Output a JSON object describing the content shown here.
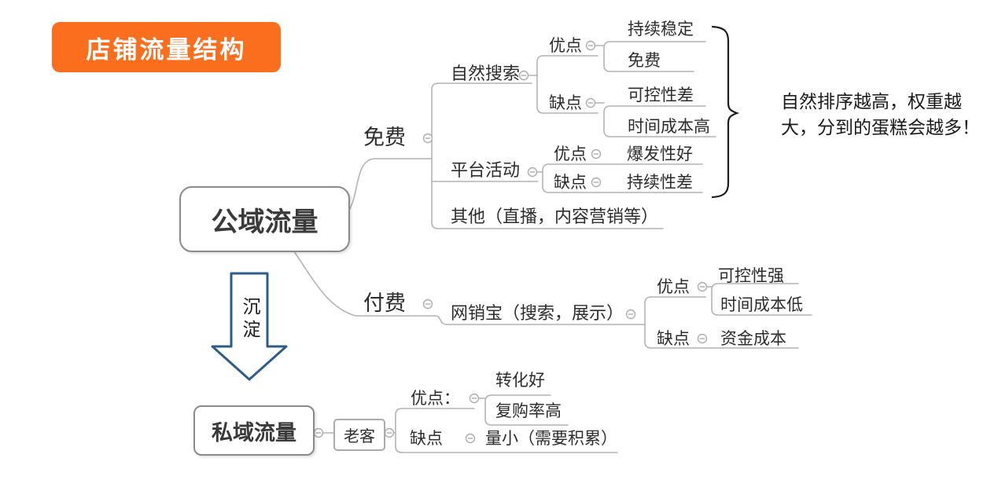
{
  "title_badge": {
    "label": "店铺流量结构",
    "bg_color": "#fa6e1e",
    "text_color": "#ffffff"
  },
  "annotation": {
    "line1": "自然排序越高，权重越",
    "line2": "大，分到的蛋糕会越多！"
  },
  "arrow": {
    "label": "沉淀",
    "border_color": "#2e5c8a"
  },
  "colors": {
    "line_gray": "#b4b4b4",
    "node_border": "#8a8a8a",
    "brace_black": "#1c1c1c"
  },
  "mindmap": {
    "public": {
      "root": "公域流量",
      "free": {
        "label": "免费",
        "natural_search": {
          "label": "自然搜索",
          "pros_label": "优点",
          "pros": [
            "持续稳定",
            "免费"
          ],
          "cons_label": "缺点",
          "cons": [
            "可控性差",
            "时间成本高"
          ]
        },
        "platform_activity": {
          "label": "平台活动",
          "pros_label": "优点",
          "pros": [
            "爆发性好"
          ],
          "cons_label": "缺点",
          "cons": [
            "持续性差"
          ]
        },
        "others": {
          "label": "其他（直播，内容营销等）"
        }
      },
      "paid": {
        "label": "付费",
        "wangxiaobao": {
          "label": "网销宝（搜索，展示）",
          "pros_label": "优点",
          "pros": [
            "可控性强",
            "时间成本低"
          ],
          "cons_label": "缺点",
          "cons": [
            "资金成本"
          ]
        }
      }
    },
    "private": {
      "root": "私域流量",
      "old_customers": {
        "label": "老客",
        "pros_label": "优点：",
        "pros": [
          "转化好",
          "复购率高"
        ],
        "cons_label": "缺点",
        "cons": [
          "量小（需要积累）"
        ]
      }
    }
  }
}
